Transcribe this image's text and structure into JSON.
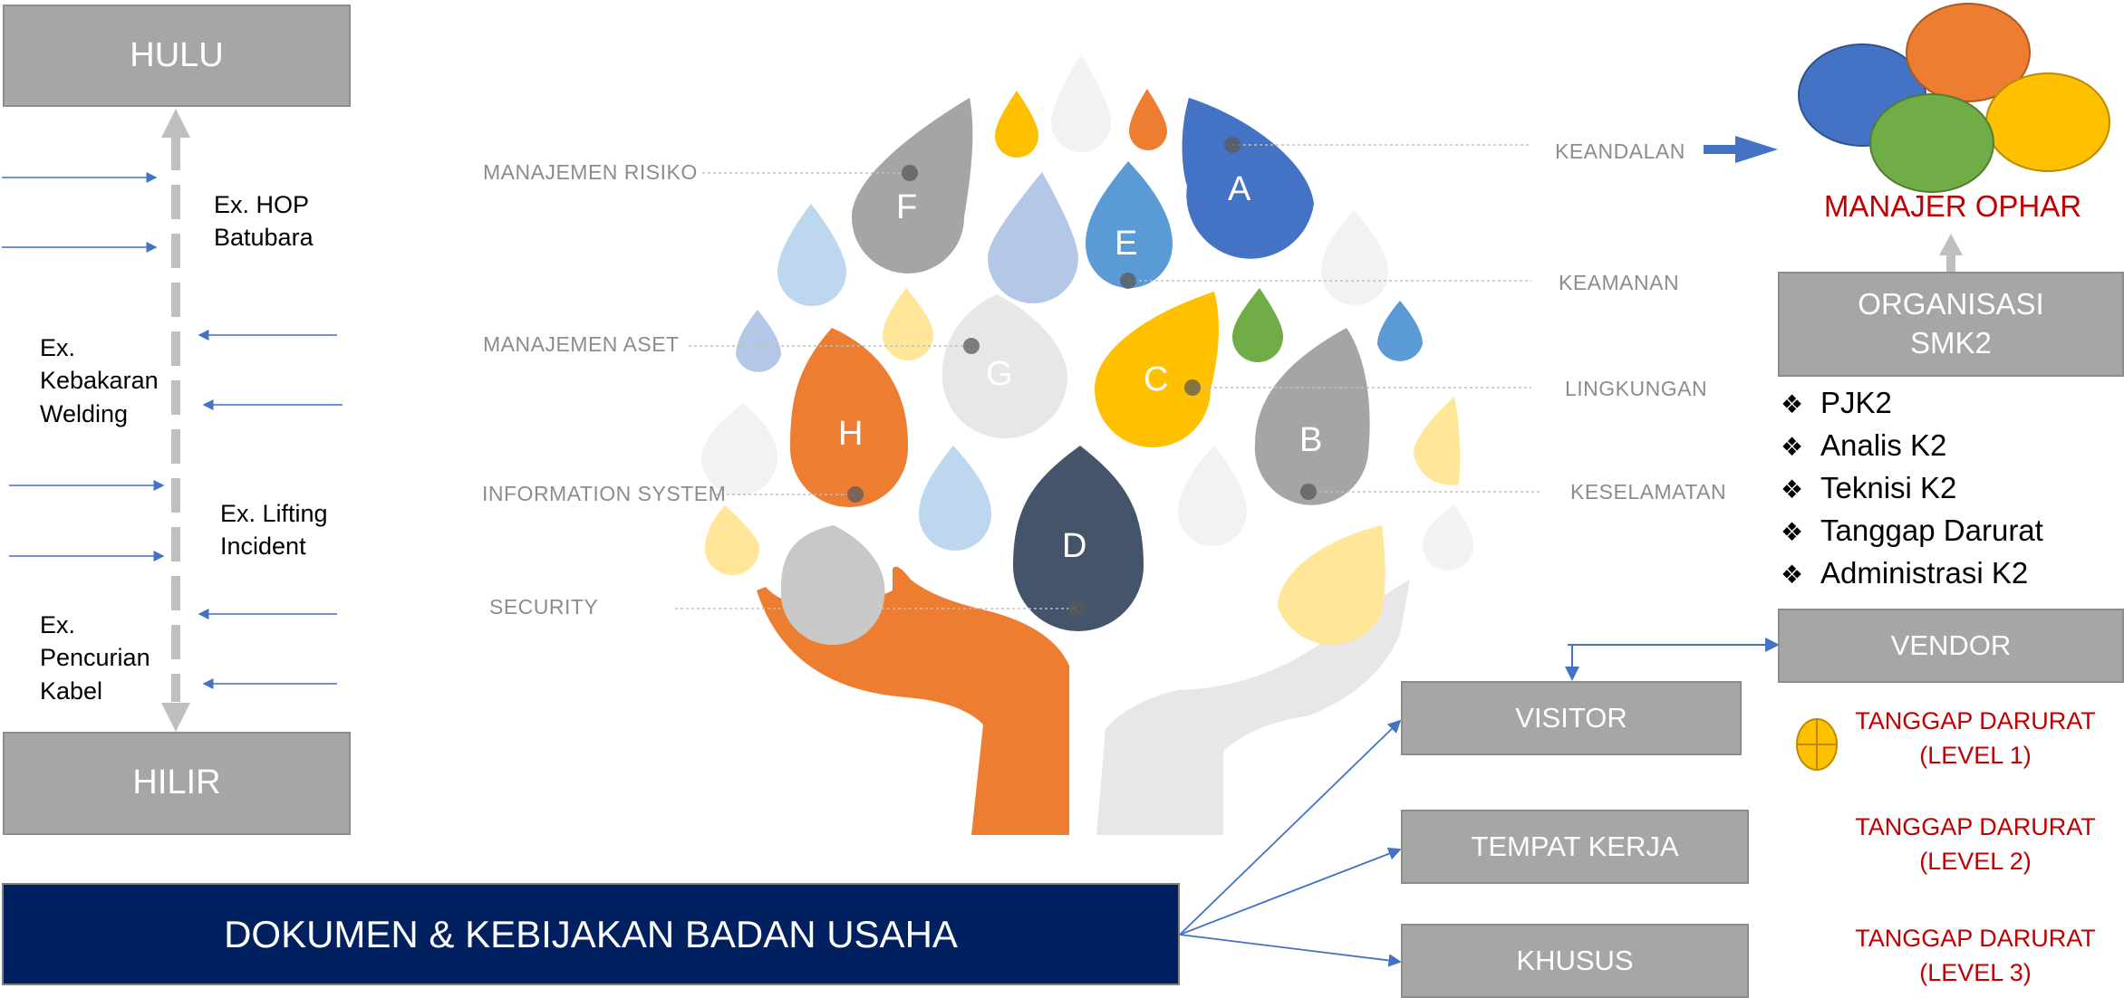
{
  "left_panel": {
    "top_box": "HULU",
    "bottom_box": "HILIR",
    "examples": [
      "Ex. HOP\nBatubara",
      "Ex.\nKebakaran\nWelding",
      "Ex. Lifting\nIncident",
      "Ex.\nPencurian\nKabel"
    ]
  },
  "tree": {
    "left_labels": [
      "MANAJEMEN RISIKO",
      "MANAJEMEN ASET",
      "INFORMATION SYSTEM",
      "SECURITY"
    ],
    "right_labels": [
      "KEANDALAN",
      "KEAMANAN",
      "LINGKUNGAN",
      "KESELAMATAN"
    ],
    "leaf_letters": [
      "A",
      "B",
      "C",
      "D",
      "E",
      "F",
      "G",
      "H"
    ],
    "colors": {
      "blue_dark": "#4472c4",
      "blue_mid": "#5b9bd5",
      "blue_light": "#bdd7ee",
      "lavender": "#b4c7e7",
      "yellow": "#ffc000",
      "yellow_light": "#ffe699",
      "orange": "#ed7d31",
      "gray": "#a5a5a5",
      "gray_light": "#e7e7e7",
      "navy": "#44546a",
      "green": "#70ad47"
    }
  },
  "right_panel": {
    "manager": "MANAJER OPHAR",
    "organisasi": "ORGANISASI\nSMK2",
    "roles": [
      "PJK2",
      "Analis K2",
      "Teknisi K2",
      "Tanggap Darurat",
      "Administrasi K2"
    ],
    "vendor": "VENDOR",
    "visitor": "VISITOR",
    "tempat_kerja": "TEMPAT KERJA",
    "khusus": "KHUSUS",
    "levels": [
      "TANGGAP DARURAT\n(LEVEL 1)",
      "TANGGAP DARURAT\n(LEVEL 2)",
      "TANGGAP DARURAT\n(LEVEL 3)"
    ]
  },
  "bottom": {
    "doc_bar": "DOKUMEN & KEBIJAKAN BADAN USAHA"
  },
  "accent_colors": {
    "arrow_blue": "#4472c4",
    "box_gray": "#a6a6a6",
    "doc_navy": "#002060",
    "text_red": "#c00000"
  }
}
